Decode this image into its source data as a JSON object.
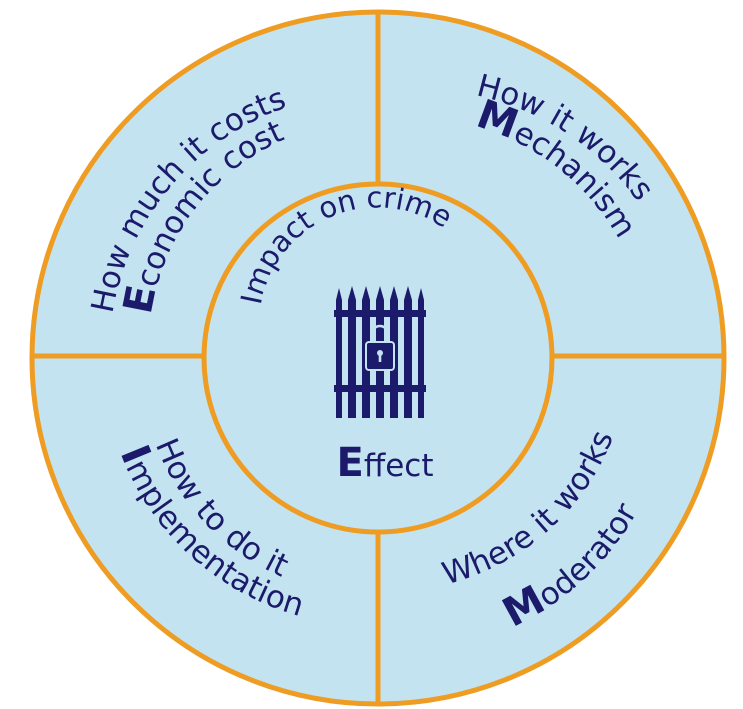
{
  "colors": {
    "fill": "#c3e3f1",
    "stroke": "#ee9c22",
    "text": "#1c1a6b",
    "icon": "#1c1a6b"
  },
  "center": {
    "title": "Impact on crime",
    "term_initial": "E",
    "term_rest": "ffect",
    "icon": "locked-gate-icon"
  },
  "segments": {
    "economic": {
      "question": "How much it costs",
      "term_initial": "E",
      "term_rest": "conomic cost"
    },
    "mechanism": {
      "question": "How it works",
      "term_initial": "M",
      "term_rest": "echanism"
    },
    "moderator": {
      "question": "Where it works",
      "term_initial": "M",
      "term_rest": "oderator"
    },
    "implementation": {
      "question": "How to do it",
      "term_initial": "I",
      "term_rest": "mplementation"
    }
  }
}
